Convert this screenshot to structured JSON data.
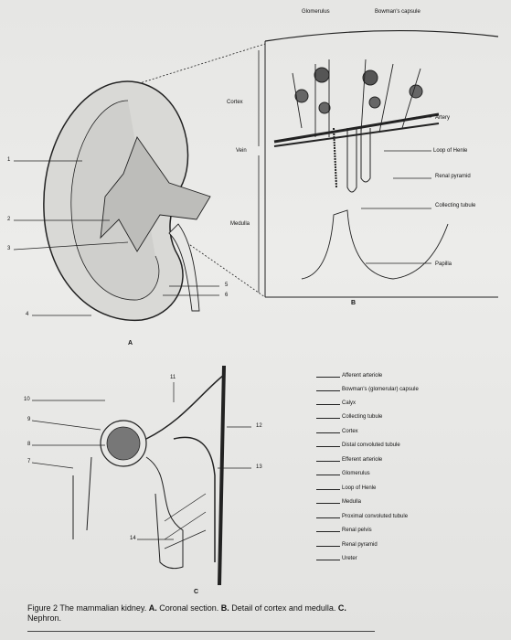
{
  "diagram_b": {
    "glomerulus": "Glomerulus",
    "bowmans_capsule": "Bowman's capsule",
    "cortex": "Cortex",
    "artery": "Artery",
    "vein": "Vein",
    "loop_of_henle": "Loop of Henle",
    "renal_pyramid": "Renal pyramid",
    "collecting_tubule": "Collecting tubule",
    "medulla": "Medulla",
    "papilla": "Papilla",
    "letter": "B"
  },
  "diagram_a": {
    "numbers": [
      "1",
      "2",
      "3",
      "4",
      "5",
      "6"
    ],
    "letter": "A"
  },
  "diagram_c": {
    "numbers": [
      "7",
      "8",
      "9",
      "10",
      "11",
      "12",
      "13",
      "14"
    ],
    "letter": "C"
  },
  "terms": [
    "Afferent arteriole",
    "Bowman's (glomerular) capsule",
    "Calyx",
    "Collecting tubule",
    "Cortex",
    "Distal convoluted tubule",
    "Efferent arteriole",
    "Glomerulus",
    "Loop of Henle",
    "Medulla",
    "Proximal convoluted tubule",
    "Renal pelvis",
    "Renal pyramid",
    "Ureter"
  ],
  "caption": {
    "figure": "Figure 2",
    "text1": " The mammalian kidney. ",
    "a_bold": "A.",
    "a_text": " Coronal section. ",
    "b_bold": "B.",
    "b_text": " Detail of cortex and medulla. ",
    "c_bold": "C.",
    "c_text": " Nephron."
  }
}
